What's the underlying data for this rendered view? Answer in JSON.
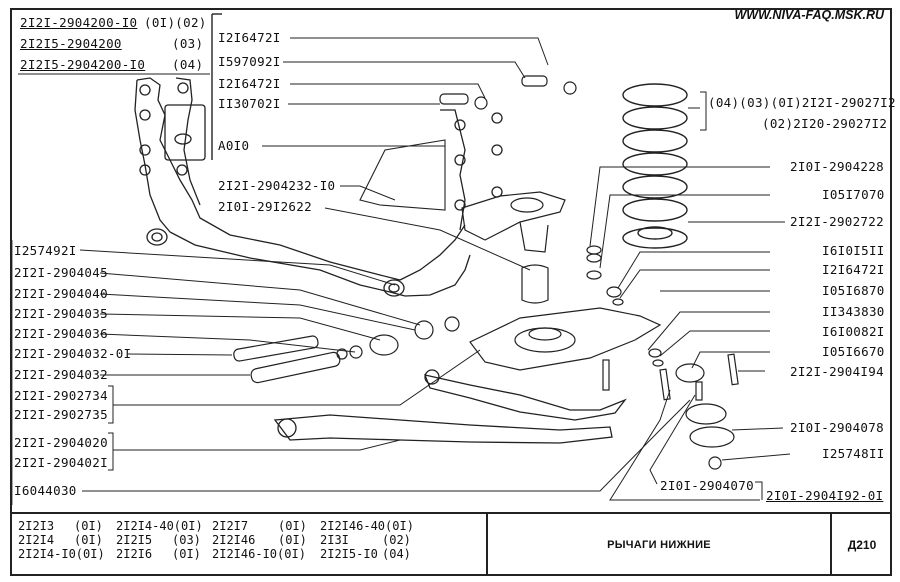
{
  "header": {
    "website": "WWW.NIVA-FAQ.MSK.RU",
    "assembly_numbers": [
      {
        "part": "2I2I-2904200-I0",
        "suffix": "(0I)(02)"
      },
      {
        "part": "2I2I5-2904200",
        "suffix": "(03)"
      },
      {
        "part": "2I2I5-2904200-I0",
        "suffix": "(04)"
      }
    ]
  },
  "callouts": {
    "top_center": [
      "I2I6472I",
      "I597092I",
      "I2I6472I",
      "II30702I",
      "A0I0",
      "2I2I-2904232-I0",
      "2I0I-29I2622"
    ],
    "spring": [
      "(04)(03)(0I)2I2I-29027I2",
      "(02)2I20-29027I2"
    ],
    "right": [
      "2I0I-2904228",
      "I05I7070",
      "2I2I-2902722",
      "I6I0I5II",
      "I2I6472I",
      "I05I6870",
      "II343830",
      "I6I0082I",
      "I05I6670",
      "2I2I-2904I94",
      "2I0I-2904078",
      "I25748II"
    ],
    "bottom_right": {
      "part": "2I0I-2904070",
      "assembly": "2I0I-2904I92-0I"
    },
    "left": [
      "I257492I",
      "2I2I-2904045",
      "2I2I-2904040",
      "2I2I-2904035",
      "2I2I-2904036",
      "2I2I-2904032-0I",
      "2I2I-2904032"
    ],
    "left_group_1": [
      "2I2I-2902734",
      "2I2I-2902735"
    ],
    "left_group_2": [
      "2I2I-2904020",
      "2I2I-290402I"
    ],
    "left_bottom": "I6044030"
  },
  "footer": {
    "models": [
      [
        "2I2I3",
        "(0I)",
        "2I2I4-40(0I)",
        "",
        "2I2I7",
        "(0I)",
        "2I2I46-40(0I)",
        ""
      ],
      [
        "2I2I4",
        "(0I)",
        "2I2I5",
        "(03)",
        "2I2I46",
        "(0I)",
        "2I3I",
        "(02)"
      ],
      [
        "2I2I4-I0(0I)",
        "",
        "2I2I6",
        "(0I)",
        "2I2I46-I0(0I)",
        "",
        "2I2I5-I0",
        "(04)"
      ]
    ],
    "title": "РЫЧАГИ НИЖНИЕ",
    "code": "Д210"
  }
}
